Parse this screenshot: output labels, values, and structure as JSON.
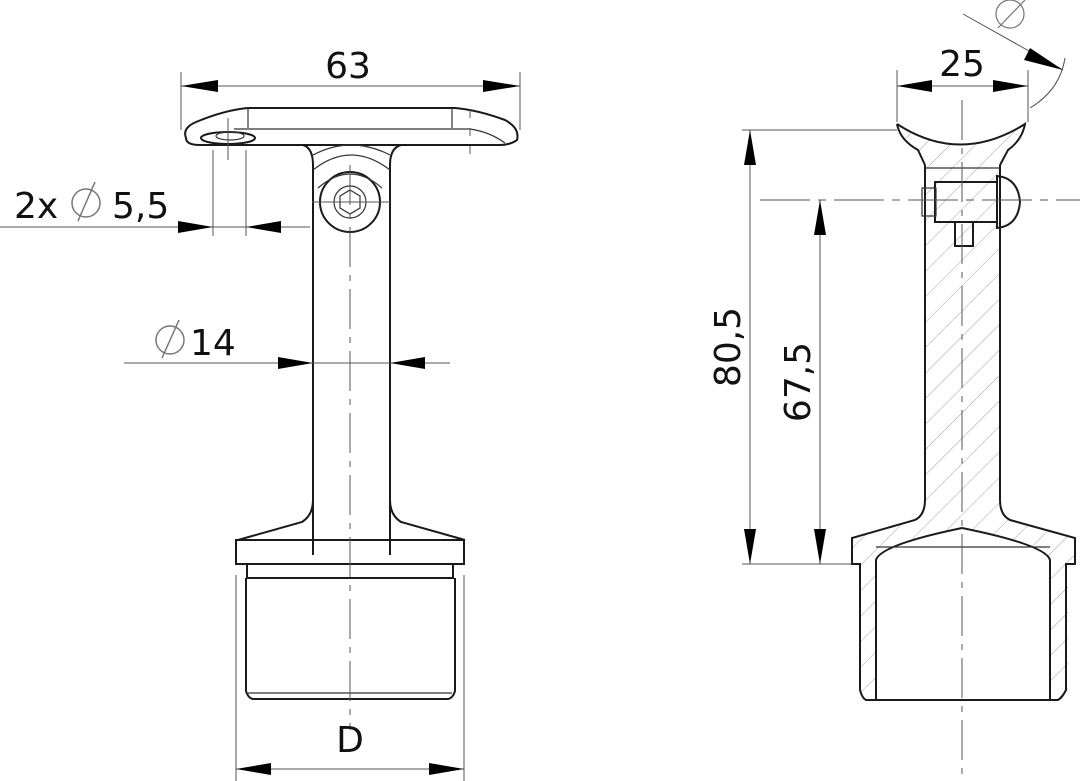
{
  "drawing": {
    "type": "technical-drawing",
    "subject": "Handrail bracket with saddle and tube end cap",
    "views": [
      {
        "name": "front-view",
        "position": "left"
      },
      {
        "name": "side-section-view",
        "position": "right"
      }
    ]
  },
  "dimensions": {
    "width_top": "63",
    "holes_prefix": "2x",
    "holes_diameter": "5,5",
    "post_diameter": "14",
    "base_diameter": "D",
    "saddle_width": "25",
    "saddle_radius_symbol": "∅",
    "total_height": "80,5",
    "axis_height": "67,5"
  },
  "symbols": {
    "diameter": "∅"
  },
  "colors": {
    "line": "#1a1a1a",
    "thin": "#555555",
    "background": "#ffffff"
  }
}
